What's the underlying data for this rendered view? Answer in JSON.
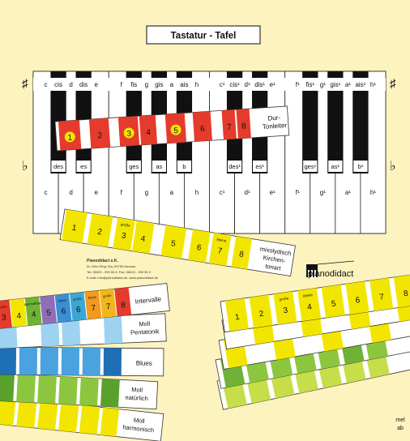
{
  "title": "Tastatur  - Tafel",
  "sharp_sign": "♯",
  "flat_sign": "♭",
  "upper_row": [
    "c",
    "cis",
    "d",
    "dis",
    "e",
    "f",
    "fis",
    "g",
    "gis",
    "a",
    "ais",
    "h",
    "c¹",
    "cis¹",
    "d¹",
    "dis¹",
    "e¹",
    "f¹",
    "fis¹",
    "g¹",
    "gis¹",
    "a¹",
    "ais¹",
    "h¹"
  ],
  "flat_labels": [
    "des",
    "es",
    "ges",
    "as",
    "b",
    "des¹",
    "es¹",
    "ges¹",
    "as¹",
    "b¹"
  ],
  "white_labels": [
    "c",
    "d",
    "e",
    "f",
    "g",
    "a",
    "h",
    "c¹",
    "d¹",
    "e¹",
    "f¹",
    "g¹",
    "a¹",
    "h¹"
  ],
  "dur_strip": {
    "cells": [
      "1",
      "2",
      "3",
      "4",
      "5",
      "6",
      "7",
      "8"
    ],
    "label_line1": "Dur-",
    "label_line2": "Tonleiter"
  },
  "mixolydian_strip": {
    "cells": [
      "1",
      "2",
      "3",
      "4",
      "5",
      "6",
      "7",
      "8"
    ],
    "small_3": "große",
    "small_7": "kleine",
    "label_line1": "mixolydisch",
    "label_line2": "Kirchen-",
    "label_line3": "tonart"
  },
  "publisher": {
    "name": "Pianodidact e.K.",
    "address": "Dr.-Kihn-Ring 15a, 63755 Alzenau",
    "phone": "Tel: 06023 - 999 55 8, Fax: 06023 - 999 55 9",
    "web": "E-mail: info@pianodidact.de, www.pianodidact.de"
  },
  "logo_text": "pianodidact",
  "intervals_strip": {
    "cells": [
      "3",
      "4",
      "4",
      "5",
      "6",
      "6",
      "7",
      "7",
      "8"
    ],
    "small_labels": [
      "große",
      "",
      "übermäßige",
      "",
      "kleine",
      "große",
      "kleine",
      "große",
      ""
    ],
    "label": "Intervalle"
  },
  "pentatonic_label_line1": "Moll",
  "pentatonic_label_line2": "Pentatonik",
  "blues_label": "Blues",
  "natural_minor_line1": "Moll",
  "natural_minor_line2": "natürlich",
  "harmonic_minor_line1": "Moll",
  "harmonic_minor_line2": "harmonisch",
  "right_strip": {
    "cells": [
      "1",
      "2",
      "3",
      "4",
      "5",
      "6",
      "7",
      "8"
    ],
    "small_3": "große",
    "small_4": "kleine"
  },
  "right_partial_label_line1": "mel",
  "right_partial_label_line2": "ab"
}
